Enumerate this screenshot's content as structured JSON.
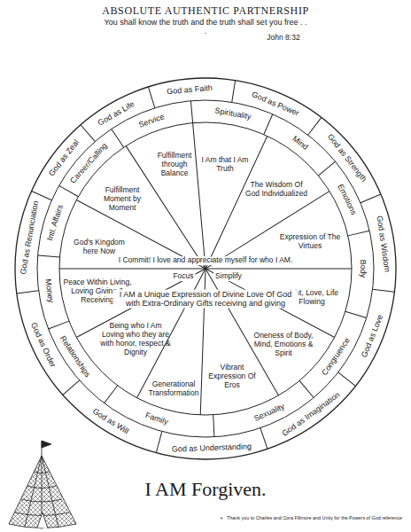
{
  "diagram": {
    "title": "ABSOLUTE AUTHENTIC PARTNERSHIP",
    "nodes": [
      {
        "text": [
          "God as Faith"
        ]
      },
      {
        "text": [
          "God as Power"
        ]
      },
      {
        "text": [
          "God as Strength"
        ]
      },
      {
        "text": [
          "God as Wisdom"
        ]
      },
      {
        "text": [
          "God as Love"
        ]
      },
      {
        "text": [
          "God as Imagination"
        ]
      },
      {
        "text": [
          "God as Understanding"
        ]
      },
      {
        "text": [
          "God as Will"
        ]
      },
      {
        "text": [
          "God as Order"
        ]
      },
      {
        "text": [
          "God as Renunciation"
        ]
      },
      {
        "text": [
          "God as Zeal"
        ]
      },
      {
        "text": [
          "God as Life"
        ]
      },
      {
        "text": [
          "Service"
        ]
      },
      {
        "text": [
          "Spirituality"
        ]
      },
      {
        "text": [
          "Mind"
        ]
      },
      {
        "text": [
          "Emotions"
        ]
      },
      {
        "text": [
          "Body"
        ]
      },
      {
        "text": [
          "Congruence"
        ]
      },
      {
        "text": [
          "Sexuality"
        ]
      },
      {
        "text": [
          "Family"
        ]
      },
      {
        "text": [
          "Relationships"
        ]
      },
      {
        "text": [
          "Money"
        ]
      },
      {
        "text": [
          "Intl. Affairs"
        ]
      },
      {
        "text": [
          "Career/Calling"
        ]
      },
      {
        "text": [
          "God's Kingdom here Now"
        ]
      },
      {
        "text": [
          "Fulfillment Moment by Moment"
        ]
      },
      {
        "text": [
          "Fulfillment through Balance"
        ]
      },
      {
        "text": [
          "I Am that I Am Truth"
        ]
      },
      {
        "text": [
          "The Wisdom Of God Individualized"
        ]
      },
      {
        "text": [
          "Expression of The Virtues"
        ]
      },
      {
        "text": [
          "Light, Love, Life Flowing"
        ]
      },
      {
        "text": [
          "Oneness of Body, Mind, Emotions & Spirit"
        ]
      },
      {
        "text": [
          "Vibrant Expression Of Eros"
        ]
      },
      {
        "text": [
          "Generational Transformation"
        ]
      },
      {
        "text": [
          "Being who I Am Loving who they are with honor, respect & Dignity"
        ]
      },
      {
        "text": [
          "Peace Within Living, Loving Giving & Receiving"
        ]
      }
    ],
    "labels": [
      "You shall know the truth and the truth shall set you free . . .",
      "John 8:32",
      "I Commit! I love and appreciate myself for who I AM.",
      "Focus",
      "Simplify",
      "I AM a Unique Expression of Divine Love Of God with Extra-Ordinary Gifts receiving and giving",
      "I AM Forgiven.",
      "*",
      "Thank you to Charles and Cora Fillmore and Unity for the Powers of God reference"
    ]
  }
}
